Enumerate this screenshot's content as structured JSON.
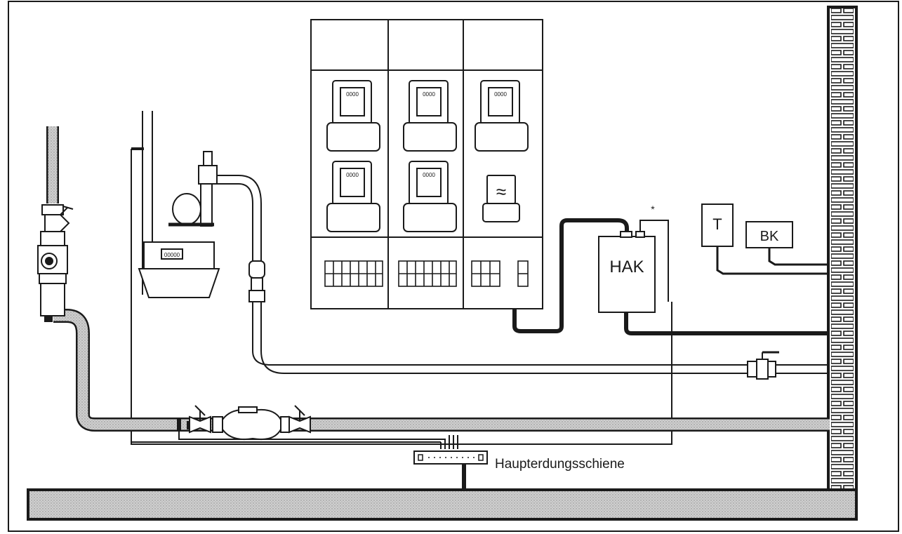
{
  "labels": {
    "hak": "HAK",
    "t": "T",
    "bk": "BK",
    "haupterdungsschiene": "Haupterdungsschiene",
    "approx": "≈",
    "asterisk": "*",
    "gas_meter_display": "00000",
    "meter_display": "0000"
  },
  "colors": {
    "line": "#1a1a1a",
    "pipe_fill": "#bdbdbd",
    "background": "#ffffff"
  }
}
